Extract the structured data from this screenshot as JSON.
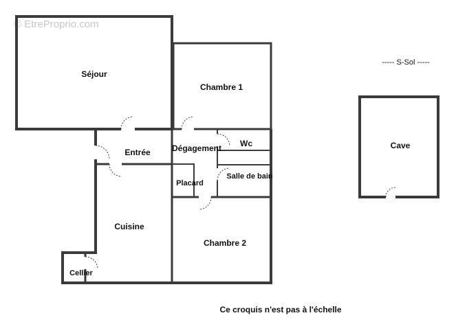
{
  "watermark": "© EtreProprio.com",
  "level_label": "----- S-Sol -----",
  "rooms": {
    "sejour": "Séjour",
    "chambre1": "Chambre 1",
    "entree": "Entrée",
    "degagement": "Dégagement",
    "wc": "Wc",
    "salle_de_bain": "Salle de bain",
    "placard": "Placard",
    "cuisine": "Cuisine",
    "chambre2": "Chambre 2",
    "cellier": "Cellier",
    "cave": "Cave"
  },
  "disclaimer": "Ce croquis n'est pas à l'échelle",
  "colors": {
    "wall": "#3a3a3a",
    "background": "#ffffff",
    "text": "#111111"
  }
}
